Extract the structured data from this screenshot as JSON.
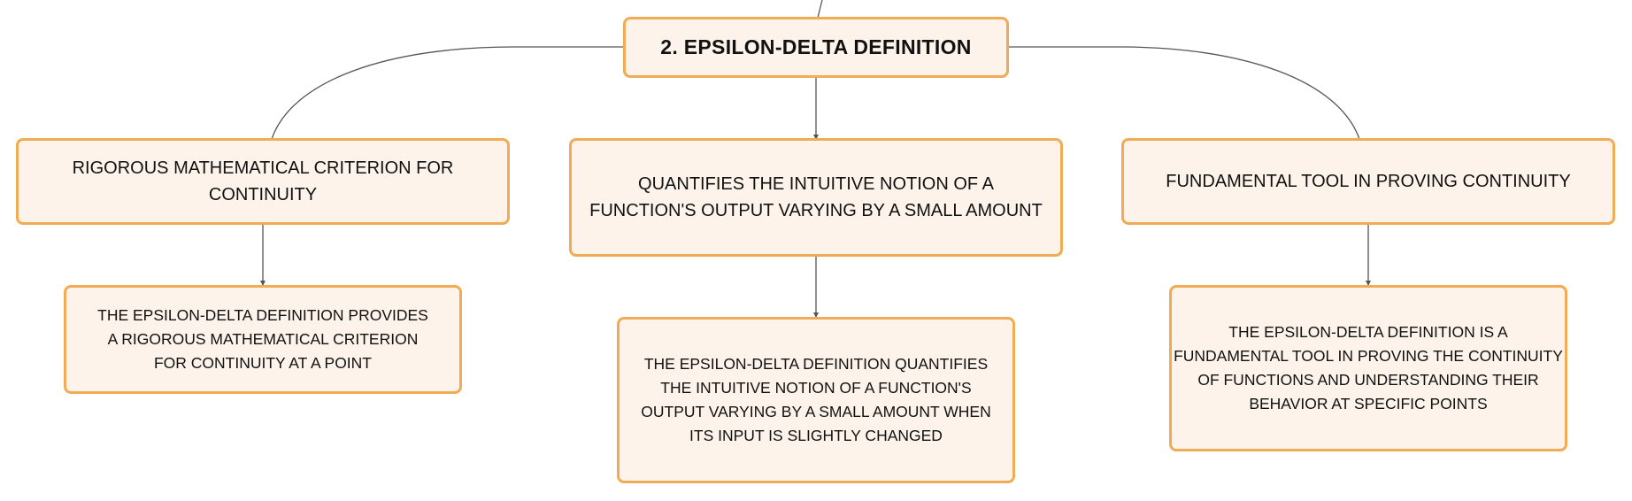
{
  "colors": {
    "node_fill": "#fdf3ea",
    "node_border": "#f2ab55",
    "connector": "#555555",
    "text": "#111111"
  },
  "root": {
    "label": "2. EPSILON-DELTA DEFINITION"
  },
  "branches": [
    {
      "label": "RIGOROUS MATHEMATICAL CRITERION FOR CONTINUITY",
      "detail": "THE EPSILON-DELTA DEFINITION PROVIDES A RIGOROUS MATHEMATICAL CRITERION FOR CONTINUITY AT A POINT"
    },
    {
      "label": "QUANTIFIES THE INTUITIVE NOTION OF A FUNCTION'S OUTPUT VARYING BY A SMALL AMOUNT",
      "detail": "THE EPSILON-DELTA DEFINITION QUANTIFIES THE INTUITIVE NOTION OF A FUNCTION'S OUTPUT VARYING BY A SMALL AMOUNT WHEN ITS INPUT IS SLIGHTLY CHANGED"
    },
    {
      "label": "FUNDAMENTAL TOOL IN PROVING CONTINUITY",
      "detail": "THE EPSILON-DELTA DEFINITION IS A FUNDAMENTAL TOOL IN PROVING THE CONTINUITY OF FUNCTIONS AND UNDERSTANDING THEIR BEHAVIOR AT SPECIFIC POINTS"
    }
  ]
}
